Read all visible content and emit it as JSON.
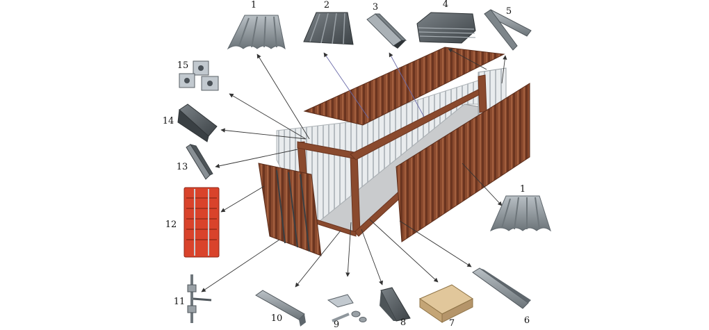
{
  "diagram": {
    "subject": "exploded-shipping-container",
    "parts": [
      {
        "id": "p1a",
        "label": "1",
        "icon": "corrugated-roof-panel-icon"
      },
      {
        "id": "p2",
        "label": "2",
        "icon": "ribbed-roof-panel-icon"
      },
      {
        "id": "p3",
        "label": "3",
        "icon": "square-tube-icon"
      },
      {
        "id": "p4",
        "label": "4",
        "icon": "stacked-panels-icon"
      },
      {
        "id": "p5",
        "label": "5",
        "icon": "angle-trim-icon"
      },
      {
        "id": "p15",
        "label": "15",
        "icon": "corner-castings-icon"
      },
      {
        "id": "p14",
        "label": "14",
        "icon": "corner-post-icon"
      },
      {
        "id": "p13",
        "label": "13",
        "icon": "angle-rail-icon"
      },
      {
        "id": "p12",
        "label": "12",
        "icon": "end-door-icon"
      },
      {
        "id": "p11",
        "label": "11",
        "icon": "locking-bar-icon"
      },
      {
        "id": "p10",
        "label": "10",
        "icon": "channel-rail-icon"
      },
      {
        "id": "p9",
        "label": "9",
        "icon": "hinge-parts-icon"
      },
      {
        "id": "p8",
        "label": "8",
        "icon": "z-section-icon"
      },
      {
        "id": "p7",
        "label": "7",
        "icon": "plywood-floor-icon"
      },
      {
        "id": "p6",
        "label": "6",
        "icon": "bottom-rail-icon"
      },
      {
        "id": "p1b",
        "label": "1",
        "icon": "corrugated-side-panel-icon"
      }
    ],
    "colors": {
      "container": "#8a4a2e",
      "container_dark": "#6b3520",
      "door_red": "#d9432b",
      "steel": "#8f979d",
      "steel_dark": "#5e666c",
      "plywood": "#d6b98a",
      "leader": "#333333"
    }
  }
}
